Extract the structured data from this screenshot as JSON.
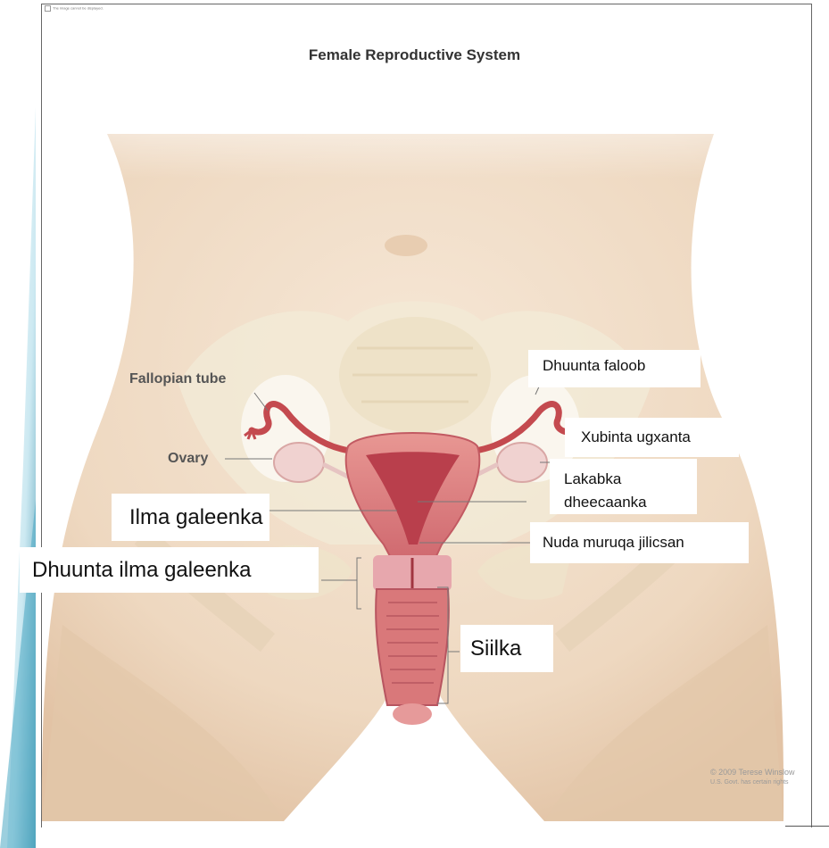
{
  "title": "Female Reproductive System",
  "broken_image_notice": "The image cannot be displayed.",
  "original_labels": {
    "fallopian_tube": "Fallopian tube",
    "ovary": "Ovary"
  },
  "overlay_labels": {
    "dhuunta_faloob": "Dhuunta faloob",
    "xubinta_ugxanta": "Xubinta ugxanta",
    "lakabka_line1": "Lakabka",
    "lakabka_line2": "dheecaanka",
    "ilma_galeenka": "Ilma galeenka",
    "nuda_muruqa": "Nuda muruqa jilicsan",
    "dhuunta_ilma": "Dhuunta ilma galeenka",
    "siilka": "Siilka"
  },
  "copyright": {
    "line1": "© 2009 Terese Winslow",
    "line2": "U.S. Govt. has certain rights"
  },
  "colors": {
    "skin": "#f0dcc7",
    "skin_shadow": "#ddbfa0",
    "bone": "#f1ead4",
    "uterus": "#d9787a",
    "uterus_inner": "#b93f4c",
    "tube": "#c44a4f",
    "ovary": "#f0d2d0",
    "slide_accent": "#2f8aa6"
  }
}
